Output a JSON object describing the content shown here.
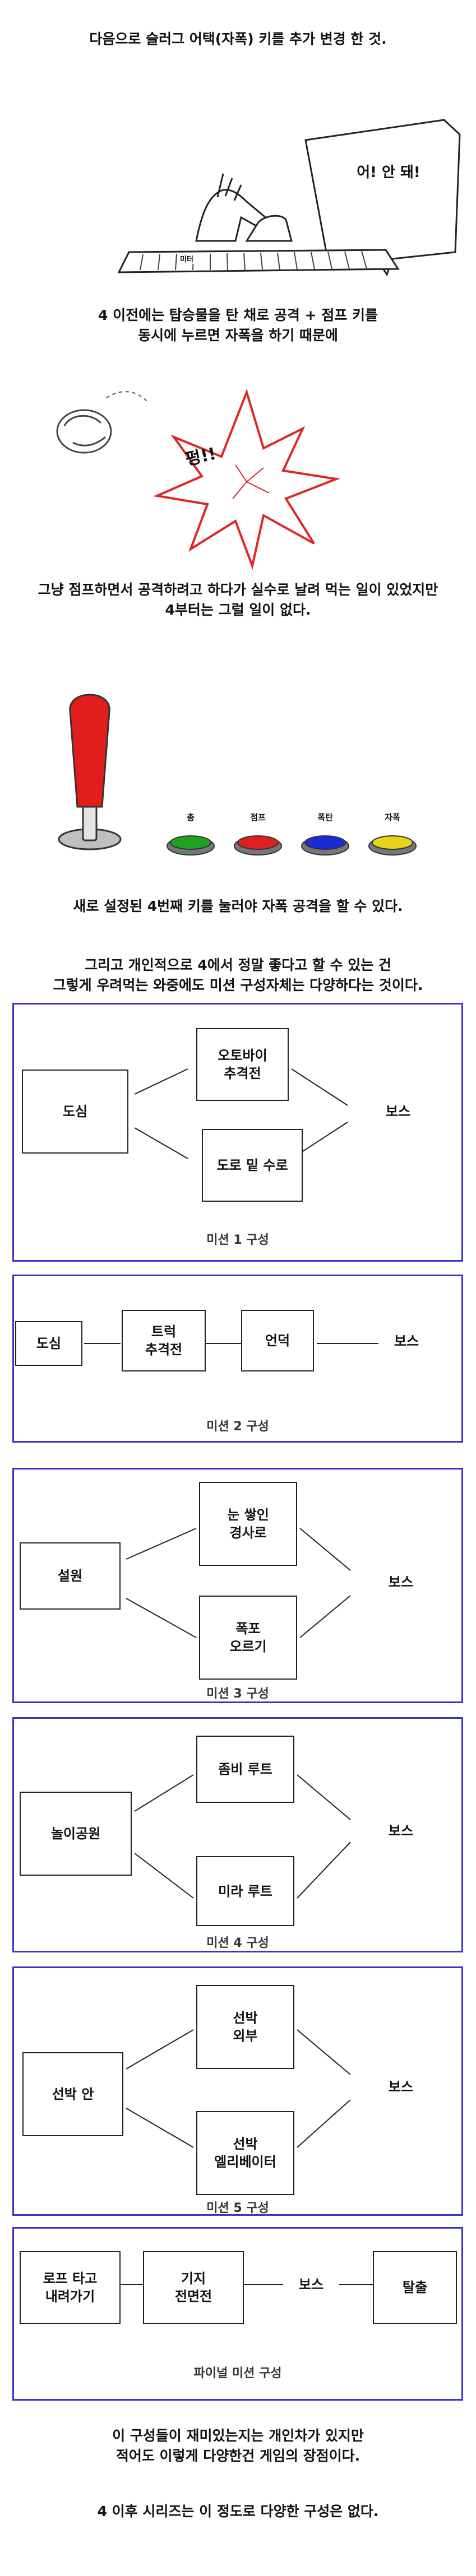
{
  "captions": {
    "c1": "다음으로 슬러그 어택(자폭) 키를 추가 변경 한 것.",
    "c2": "4 이전에는 탑승물을 탄 채로 공격 + 점프 키를\n동시에 누르면 자폭을 하기 때문에",
    "c3": "그냥 점프하면서 공격하려고 하다가 실수로 날려 먹는 일이 있었지만\n4부터는 그럴 일이 없다.",
    "c4": "새로 설정된 4번째 키를 눌러야 자폭 공격을 할 수 있다.",
    "c5": "그리고 개인적으로 4에서 정말 좋다고 할 수 있는 건\n그렇게 우려먹는 와중에도 미션 구성자체는 다양하다는 것이다.",
    "c6": "이 구성들이 재미있는지는 개인차가 있지만\n적어도 이렇게 다양한건 게임의 장점이다.",
    "c7": "4 이후 시리즈는 이 정도로 다양한 구성은 없다."
  },
  "comic1": {
    "speech": "어! 안 돼!",
    "key_label": "미터"
  },
  "comic2": {
    "sfx": "펑!!"
  },
  "buttons": [
    {
      "label": "총",
      "color": "#1ea31e"
    },
    {
      "label": "점프",
      "color": "#e02020"
    },
    {
      "label": "폭탄",
      "color": "#1c2bd6"
    },
    {
      "label": "자폭",
      "color": "#e6d31a"
    }
  ],
  "missions": [
    {
      "title": "미션 1 구성",
      "start": "도심",
      "branches": [
        "오토바이\n추격전",
        "도로 밑 수로"
      ],
      "end": "보스"
    },
    {
      "title": "미션 2 구성",
      "chain": [
        "도심",
        "트럭\n추격전",
        "언덕"
      ],
      "end": "보스"
    },
    {
      "title": "미션 3 구성",
      "start": "설원",
      "branches": [
        "눈 쌓인\n경사로",
        "폭포\n오르기"
      ],
      "end": "보스"
    },
    {
      "title": "미션 4 구성",
      "start": "놀이공원",
      "branches": [
        "좀비 루트",
        "미라 루트"
      ],
      "end": "보스"
    },
    {
      "title": "미션 5 구성",
      "start": "선박 안",
      "branches": [
        "선박\n외부",
        "선박\n엘리베이터"
      ],
      "end": "보스"
    },
    {
      "title": "파이널 미션 구성",
      "chain": [
        "로프 타고\n내려가기",
        "기지\n전면전"
      ],
      "middle": "보스",
      "end": "탈출"
    }
  ]
}
